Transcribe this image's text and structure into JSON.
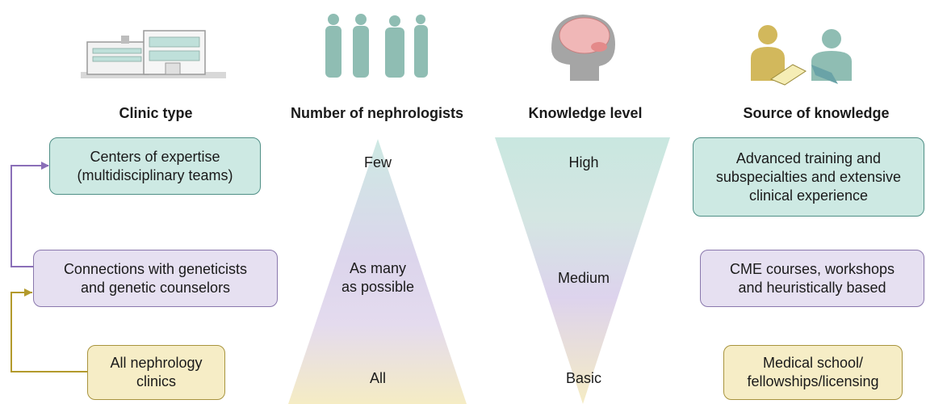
{
  "columns": {
    "clinic_type": "Clinic type",
    "nephrologists": "Number of nephrologists",
    "knowledge_level": "Knowledge level",
    "source": "Source of knowledge"
  },
  "clinic_boxes": {
    "top": [
      "Centers of expertise",
      "(multidisciplinary teams)"
    ],
    "middle": [
      "Connections with geneticists",
      "and genetic counselors"
    ],
    "bottom": [
      "All nephrology",
      "clinics"
    ]
  },
  "nephrologist_levels": {
    "top": "Few",
    "middle": [
      "As many",
      "as possible"
    ],
    "bottom": "All"
  },
  "knowledge_levels": {
    "top": "High",
    "middle": "Medium",
    "bottom": "Basic"
  },
  "source_boxes": {
    "top": [
      "Advanced training and",
      "subspecialties and extensive",
      "clinical experience"
    ],
    "middle": [
      "CME courses, workshops",
      "and heuristically based"
    ],
    "bottom": [
      "Medical school/",
      "fellowships/licensing"
    ]
  },
  "colors": {
    "teal": "#cde9e3",
    "purple": "#e6e0f1",
    "yellow": "#f6edc6",
    "arrow_purple": "#8a6fb8",
    "arrow_gold": "#b39a2c",
    "silhouette": "#8fbdb3"
  },
  "icons": [
    "building-icon",
    "people-silhouettes-icon",
    "brain-head-icon",
    "reading-people-icon"
  ]
}
